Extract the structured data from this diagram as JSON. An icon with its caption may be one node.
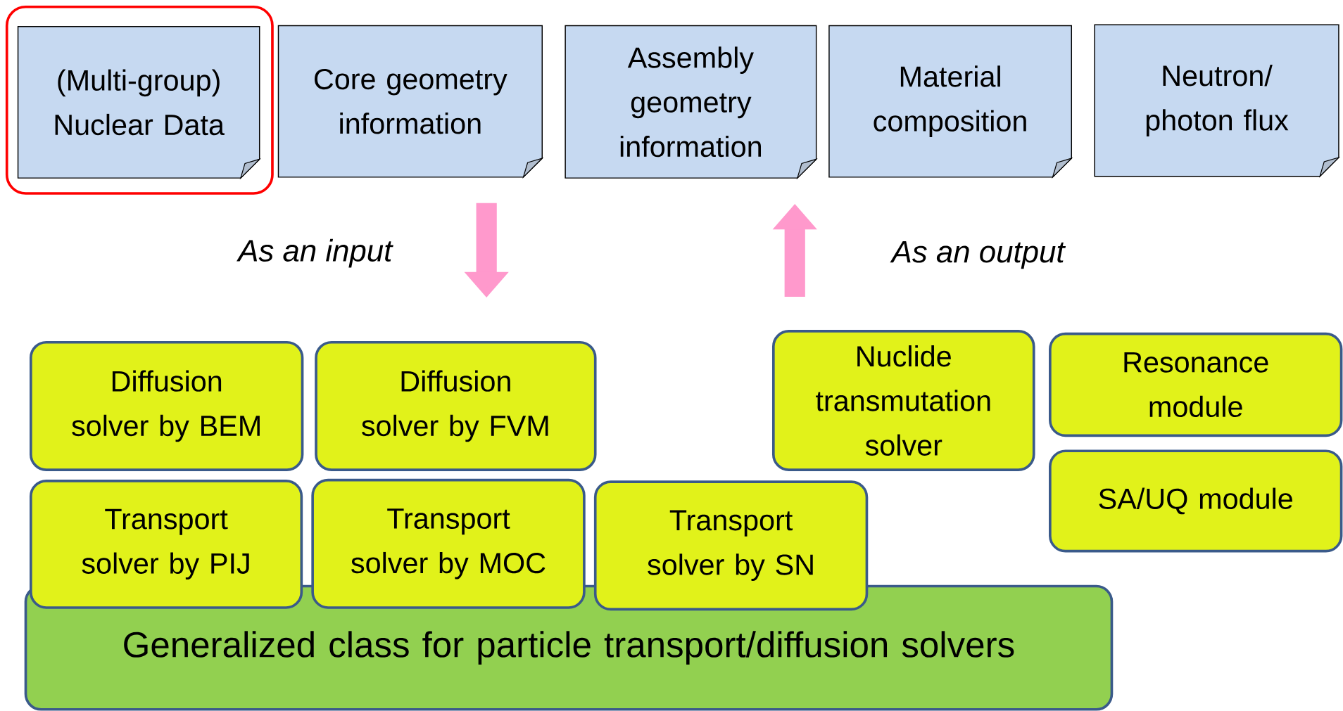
{
  "diagram": {
    "nodes": [
      {
        "text": [
          "(Multi-group) Nuclear Data"
        ]
      },
      {
        "text": [
          "Core geometry information"
        ]
      },
      {
        "text": [
          "Assembly geometry information"
        ]
      },
      {
        "text": [
          "Material composition"
        ]
      },
      {
        "text": [
          "Neutron/ photon flux"
        ]
      },
      {
        "text": [
          "Diffusion solver by BEM"
        ]
      },
      {
        "text": [
          "Diffusion solver by FVM"
        ]
      },
      {
        "text": [
          "Nuclide transmutation solver"
        ]
      },
      {
        "text": [
          "Resonance module"
        ]
      },
      {
        "text": [
          "Transport solver by PIJ"
        ]
      },
      {
        "text": [
          "Transport solver by MOC"
        ]
      },
      {
        "text": [
          "Transport solver by SN"
        ]
      },
      {
        "text": [
          "SA/UQ module"
        ]
      },
      {
        "text": [
          "Generalized class for particle transport/diffusion solvers"
        ]
      }
    ],
    "edges": [
      {
        "from": 1,
        "to": 6,
        "arrow": "to"
      },
      {
        "from": 7,
        "to": 2,
        "arrow": "to"
      }
    ],
    "labels": [
      "As an input",
      "As an output"
    ]
  }
}
